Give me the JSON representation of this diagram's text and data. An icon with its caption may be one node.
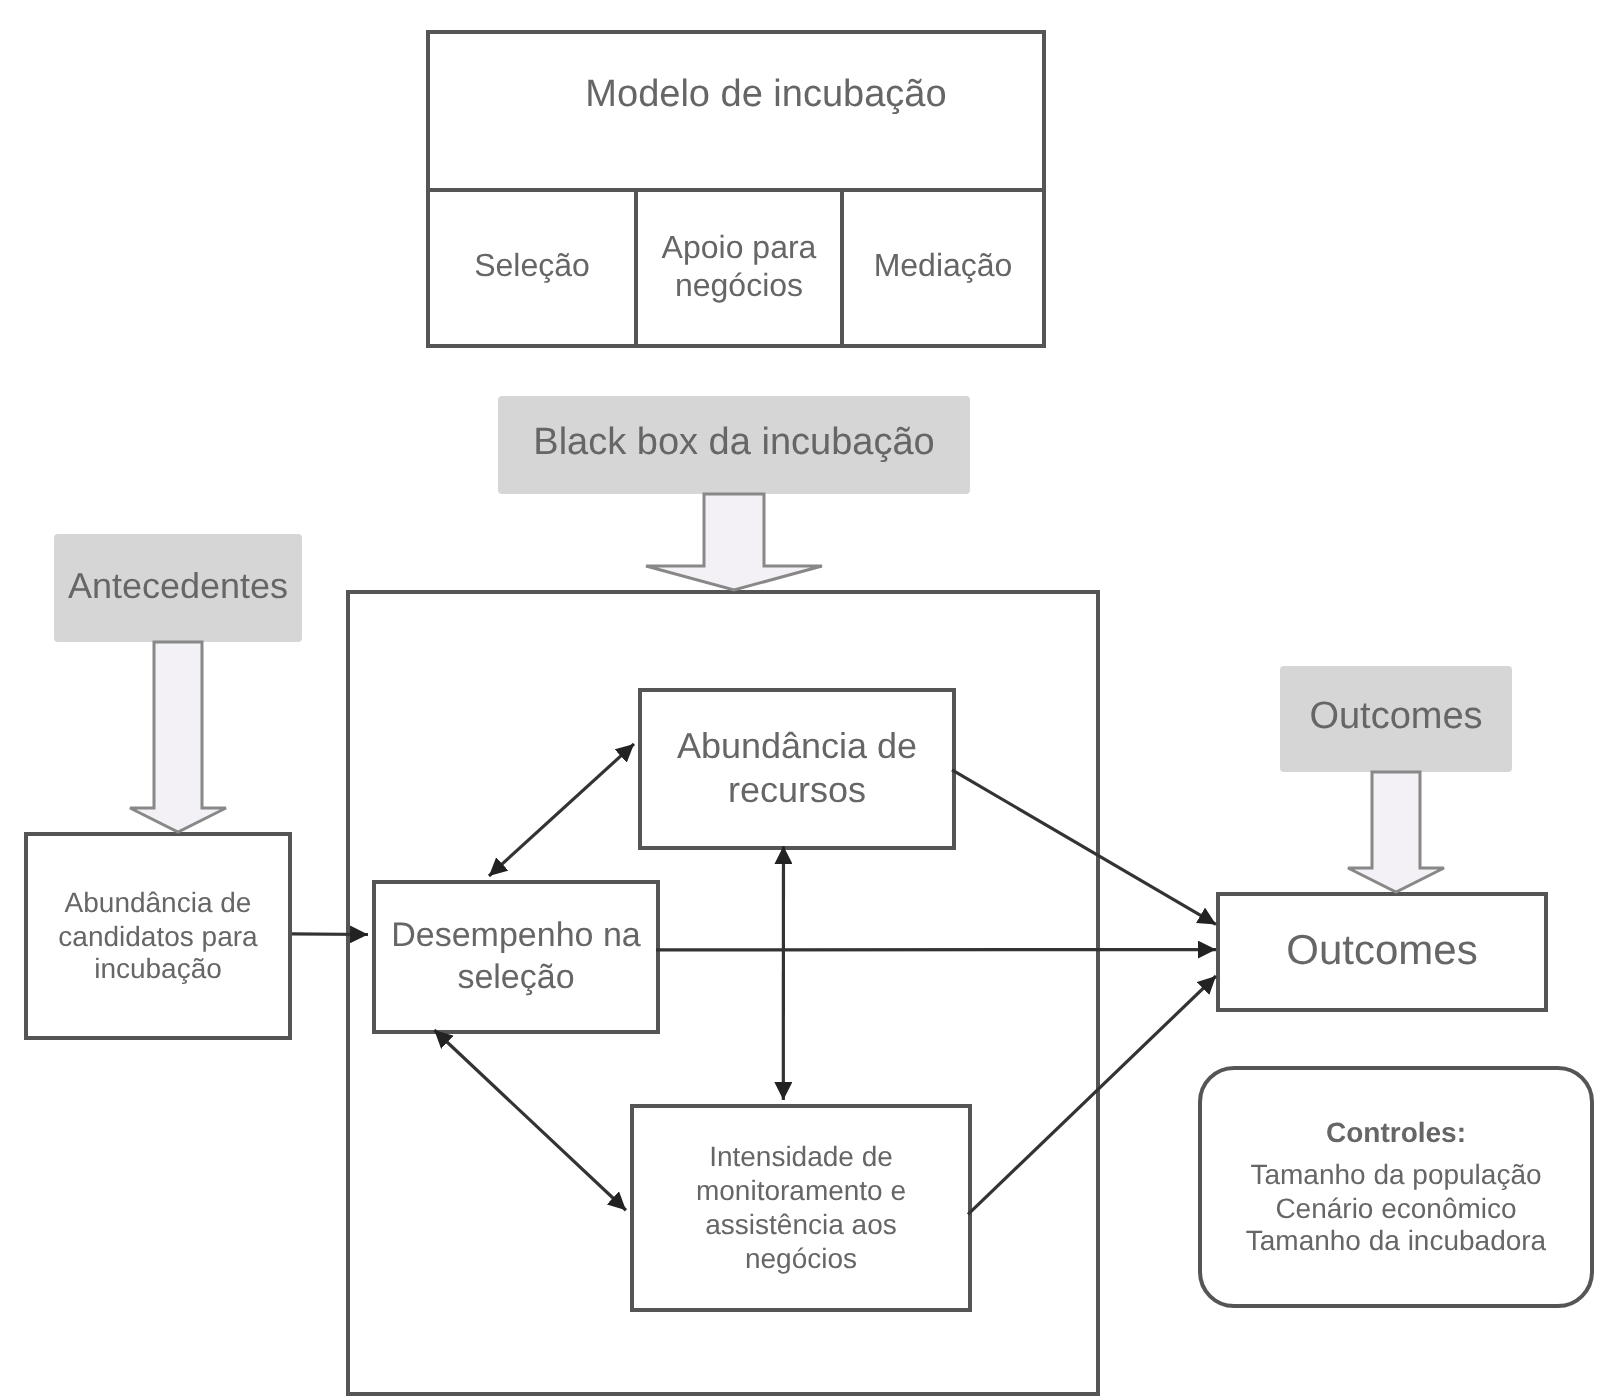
{
  "diagram": {
    "nodes": [
      {
        "text": [
          "Modelo de incubação"
        ]
      },
      {
        "text": [
          "Seleção"
        ],
        "in": 0
      },
      {
        "text": [
          "Apoio para negócios"
        ],
        "in": 0
      },
      {
        "text": [
          "Mediação"
        ],
        "in": 0
      },
      {
        "text": [
          "Black box da incubação"
        ]
      },
      {
        "text": [],
        "shape": "box"
      },
      {
        "text": [
          "Antecedentes"
        ]
      },
      {
        "text": [
          "Abundância de candidatos para incubação"
        ]
      },
      {
        "text": [
          "Desempenho na seleção"
        ],
        "in": 5
      },
      {
        "text": [
          "Abundância de recursos"
        ],
        "in": 5
      },
      {
        "text": [
          "Intensidade de monitoramento e assistência aos negócios"
        ],
        "in": 5
      },
      {
        "text": [
          "Outcomes"
        ]
      },
      {
        "text": [
          "Outcomes"
        ]
      },
      {
        "text": [
          "Controles:",
          "Tamanho da população",
          "Cenário econômico",
          "Tamanho da incubadora"
        ]
      }
    ],
    "edges": [
      {
        "from": 4,
        "to": 5,
        "arrow": "to",
        "style": "thick"
      },
      {
        "from": 6,
        "to": 7,
        "arrow": "to",
        "style": "thick"
      },
      {
        "from": 11,
        "to": 12,
        "arrow": "to",
        "style": "thick"
      },
      {
        "from": 7,
        "to": 8,
        "arrow": "to"
      },
      {
        "from": 8,
        "to": 9,
        "arrow": "both"
      },
      {
        "from": 8,
        "to": 10,
        "arrow": "both"
      },
      {
        "from": 9,
        "to": 10,
        "arrow": "both"
      },
      {
        "from": 9,
        "to": 12,
        "arrow": "to"
      },
      {
        "from": 8,
        "to": 12,
        "arrow": "to"
      },
      {
        "from": 10,
        "to": 12,
        "arrow": "to"
      }
    ]
  }
}
